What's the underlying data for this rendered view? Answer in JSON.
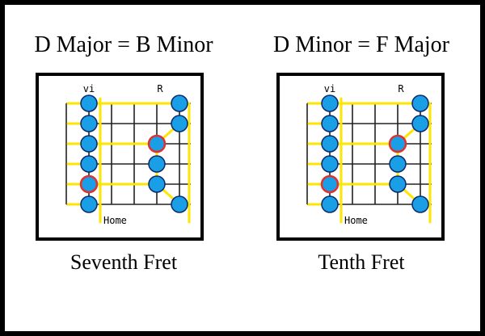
{
  "colors": {
    "background": "#ffffff",
    "border": "#000000",
    "scale_line": "#ffe600",
    "dot_fill": "#1a9fe6",
    "dot_outline": "#0a2a6a",
    "root_ring": "#e03030",
    "fret_line": "#222222"
  },
  "diagrams": [
    {
      "title": "D Major = B Minor",
      "caption": "Seventh Fret",
      "vi_label": "vi",
      "r_label": "R",
      "home_label": "Home"
    },
    {
      "title": "D Minor = F Major",
      "caption": "Tenth Fret",
      "vi_label": "vi",
      "r_label": "R",
      "home_label": "Home"
    }
  ]
}
